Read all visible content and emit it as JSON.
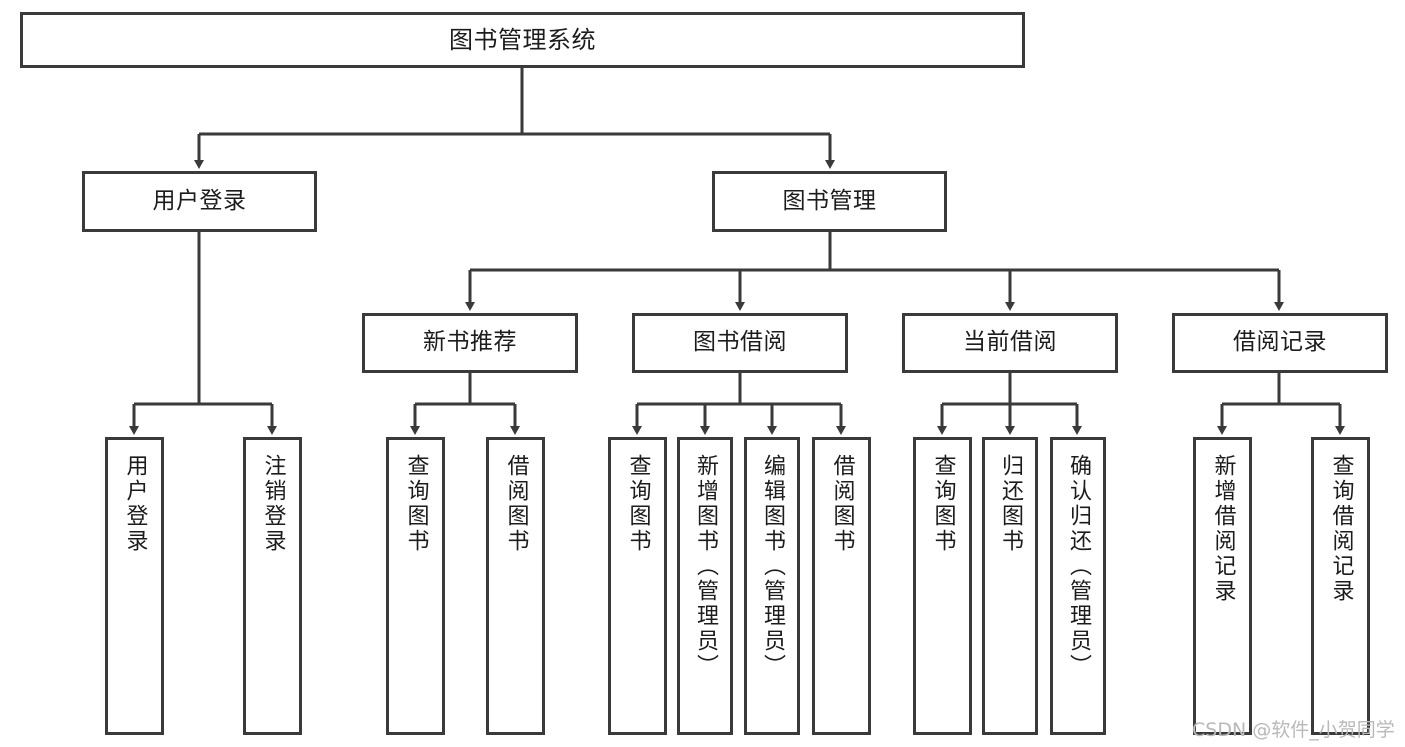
{
  "diagram": {
    "title": "图书管理系统",
    "watermark": "CSDN @软件_小贺同学",
    "line_color": "#3a3a3a",
    "box_fill": "#ffffff",
    "text_color": "#1c1c1c",
    "watermark_color": "#b9b9b9"
  },
  "nodes": {
    "root": {
      "label": "图书管理系统"
    },
    "level2": [
      {
        "label": "用户登录"
      },
      {
        "label": "图书管理"
      }
    ],
    "level3": [
      {
        "label": "新书推荐"
      },
      {
        "label": "图书借阅"
      },
      {
        "label": "当前借阅"
      },
      {
        "label": "借阅记录"
      }
    ],
    "leaves_user_login": [
      {
        "label": "用户登录"
      },
      {
        "label": "注销登录"
      }
    ],
    "leaves_new_books": [
      {
        "label": "查询图书"
      },
      {
        "label": "借阅图书"
      }
    ],
    "leaves_borrow": [
      {
        "label": "查询图书"
      },
      {
        "label": "新增图书（管理员）"
      },
      {
        "label": "编辑图书（管理员）"
      },
      {
        "label": "借阅图书"
      }
    ],
    "leaves_current": [
      {
        "label": "查询图书"
      },
      {
        "label": "归还图书"
      },
      {
        "label": "确认归还（管理员）"
      }
    ],
    "leaves_records": [
      {
        "label": "新增借阅记录"
      },
      {
        "label": "查询借阅记录"
      }
    ]
  }
}
